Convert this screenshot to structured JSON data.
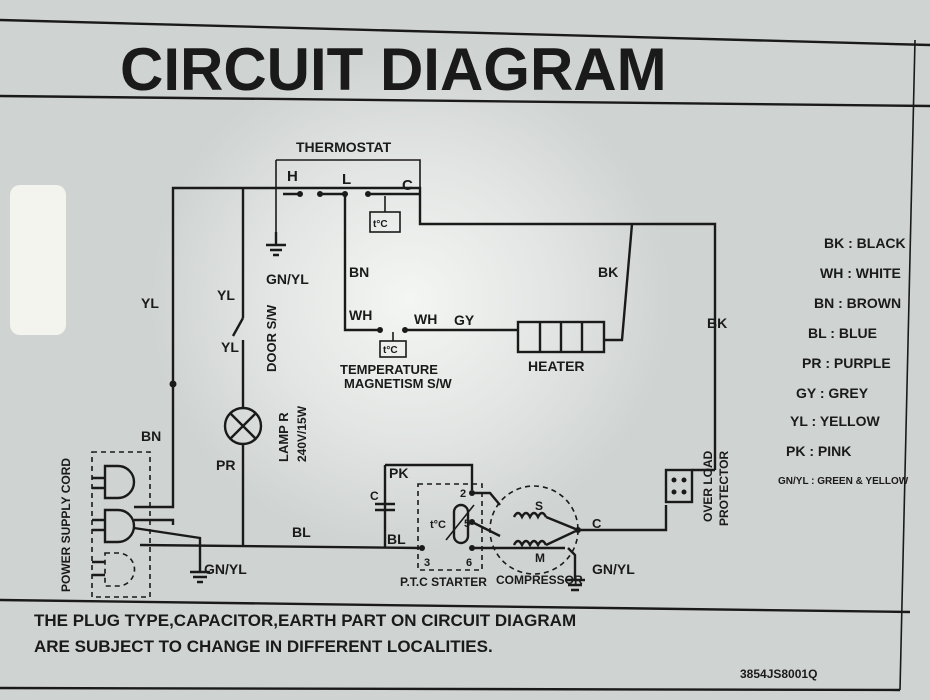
{
  "title": "CIRCUIT DIAGRAM",
  "components": {
    "thermostat": "THERMOSTAT",
    "terminal_h": "H",
    "terminal_l": "L",
    "terminal_c": "C",
    "temp_symbol": "t°C",
    "door_switch": "DOOR S/W",
    "lamp": "LAMP R",
    "lamp_rating": "240V/15W",
    "temp_magnetism_line1": "TEMPERATURE",
    "temp_magnetism_line2": "MAGNETISM S/W",
    "heater": "HEATER",
    "power_supply_cord": "POWER SUPPLY CORD",
    "capacitor": "C",
    "ptc_starter": "P.T.C STARTER",
    "ptc_pin_2": "2",
    "ptc_pin_5": "5",
    "ptc_pin_3": "3",
    "ptc_pin_6": "6",
    "compressor": "COMPRESSOR",
    "coil_s": "S",
    "coil_m": "M",
    "compressor_c": "C",
    "overload_line1": "OVER LOAD",
    "overload_line2": "PROTECTOR"
  },
  "wire_labels": {
    "gnyl_top": "GN/YL",
    "bn_top": "BN",
    "bk_top": "BK",
    "bk_right": "BK",
    "yl_left": "YL",
    "yl_door_top": "YL",
    "yl_door_bottom": "YL",
    "wh_1": "WH",
    "wh_2": "WH",
    "gy": "GY",
    "bn_left": "BN",
    "pr": "PR",
    "pk": "PK",
    "bl_main": "BL",
    "bl_ptc": "BL",
    "gnyl_bottom_left": "GN/YL",
    "gnyl_bottom_right": "GN/YL"
  },
  "legend": [
    "BK : BLACK",
    "WH : WHITE",
    "BN : BROWN",
    "BL : BLUE",
    "PR : PURPLE",
    "GY : GREY",
    "YL : YELLOW",
    "PK : PINK",
    "GN/YL : GREEN & YELLOW"
  ],
  "footer_line1": "THE PLUG TYPE,CAPACITOR,EARTH PART ON CIRCUIT DIAGRAM",
  "footer_line2": "ARE SUBJECT TO CHANGE IN DIFFERENT LOCALITIES.",
  "part_number": "3854JS8001Q",
  "colors": {
    "paper": "#e2e5e3",
    "ink": "#1a1a1a"
  }
}
